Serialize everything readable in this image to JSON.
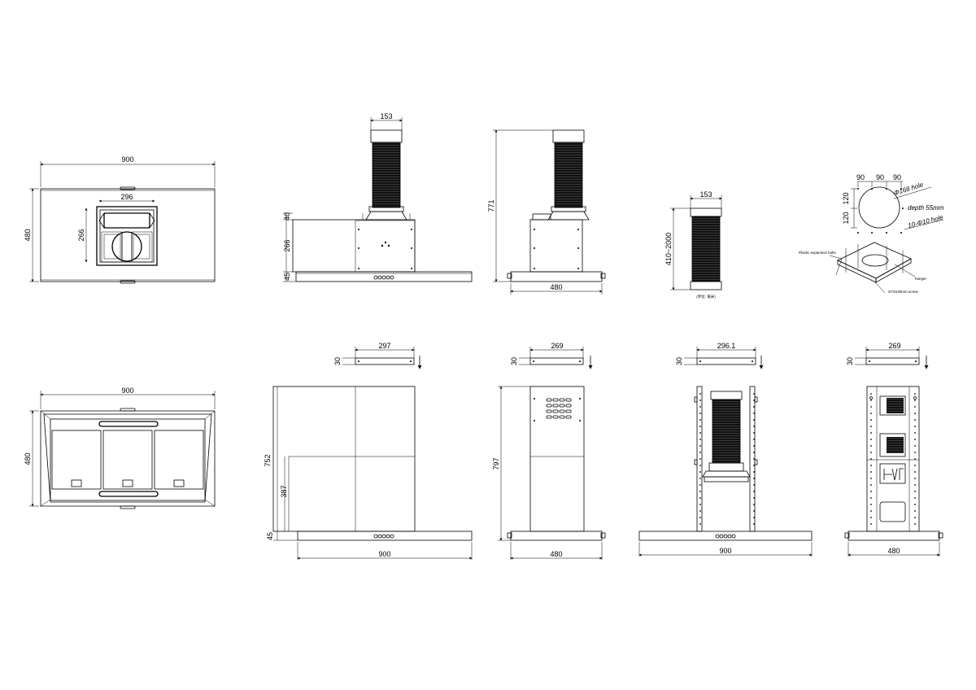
{
  "top_plan": {
    "width": "900",
    "depth": "480",
    "chimney_width": "296",
    "chimney_depth": "266"
  },
  "front_view": {
    "duct_diameter": "153",
    "collar_height": "40",
    "body_height": "266",
    "canopy_height": "45"
  },
  "side_view": {
    "total_height": "771",
    "depth": "480"
  },
  "duct_detail": {
    "diameter": "153",
    "length_range": "410~2000",
    "note": "(单位: 毫米)"
  },
  "ceiling_detail": {
    "spacing_a": "90",
    "spacing_b": "90",
    "spacing_c": "90",
    "offset_top": "120",
    "offset_bottom": "120",
    "hole_label": "Φ168 hole",
    "depth_label": "depth 55mm",
    "bolt_label": "10-Φ10 hole",
    "anchor_label": "Plastic expansion bolts",
    "hanger_label": "hanger",
    "screw_label": "ST4X30mm screw"
  },
  "bottom_plan": {
    "width": "900",
    "depth": "480"
  },
  "front_cover_view": {
    "bracket_width": "297",
    "bracket_height": "30",
    "total_height": "752",
    "lower_height": "387",
    "canopy_height": "45",
    "width": "900"
  },
  "side_cover_view": {
    "bracket_width": "269",
    "bracket_height": "30",
    "total_height": "797",
    "depth": "480"
  },
  "frame_front_view": {
    "bracket_width": "296.1",
    "bracket_height": "30",
    "width": "900"
  },
  "frame_side_view": {
    "bracket_width": "269",
    "bracket_height": "30",
    "depth": "480"
  }
}
